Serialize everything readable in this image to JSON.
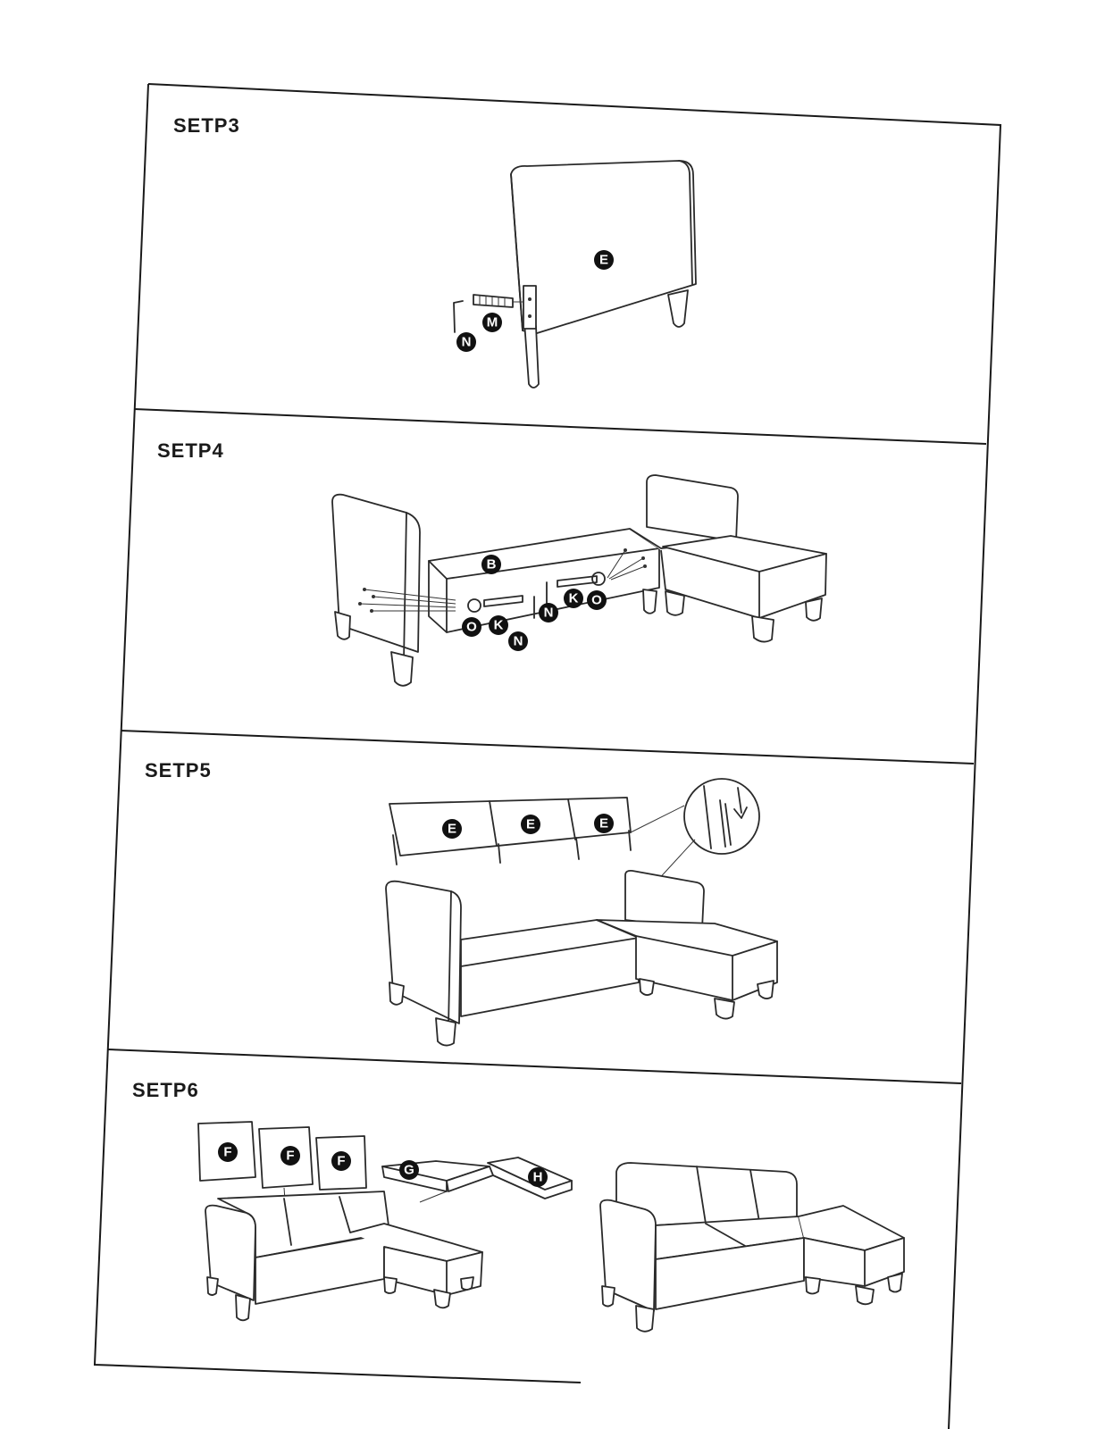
{
  "steps": [
    {
      "title": "SETP3",
      "labels": [
        "E",
        "M",
        "N"
      ]
    },
    {
      "title": "SETP4",
      "labels": [
        "B",
        "O",
        "K",
        "N",
        "N",
        "K",
        "O"
      ]
    },
    {
      "title": "SETP5",
      "labels": [
        "E",
        "E",
        "E"
      ]
    },
    {
      "title": "SETP6",
      "labels": [
        "F",
        "F",
        "F",
        "G",
        "H"
      ]
    }
  ]
}
